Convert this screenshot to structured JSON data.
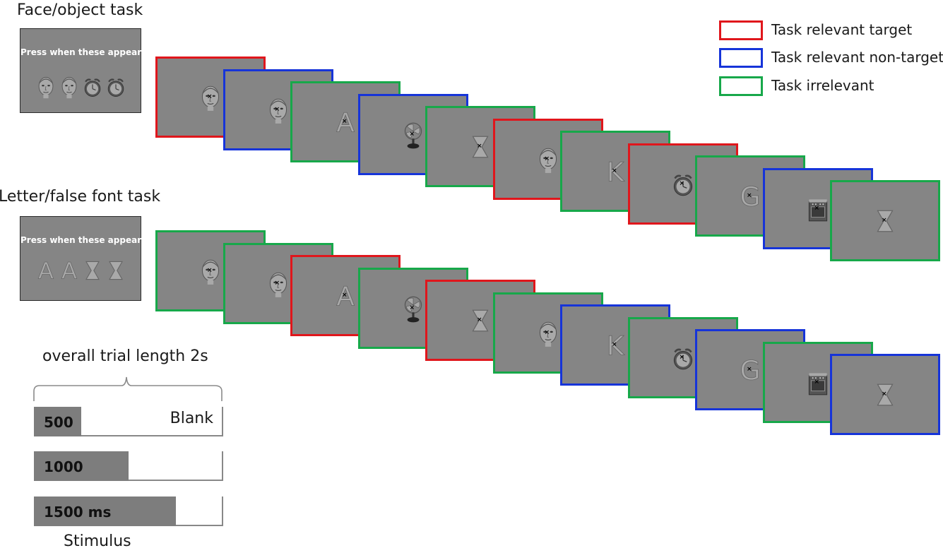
{
  "tasks": [
    {
      "title": "Face/object task",
      "instruction": "Press when these appear:",
      "targets": [
        "face-icon",
        "face-icon",
        "alarm-clock-icon",
        "alarm-clock-icon"
      ],
      "frames": [
        {
          "stimulus": "face-icon",
          "condition": "relevant_target"
        },
        {
          "stimulus": "face-icon",
          "condition": "relevant_nontarget"
        },
        {
          "stimulus": "letter-icon",
          "text": "A",
          "condition": "irrelevant"
        },
        {
          "stimulus": "fan-icon",
          "condition": "relevant_nontarget"
        },
        {
          "stimulus": "false-font-icon",
          "condition": "irrelevant"
        },
        {
          "stimulus": "face-icon",
          "condition": "relevant_target"
        },
        {
          "stimulus": "letter-icon",
          "text": "K",
          "condition": "irrelevant"
        },
        {
          "stimulus": "alarm-clock-icon",
          "condition": "relevant_target"
        },
        {
          "stimulus": "letter-icon",
          "text": "G",
          "condition": "irrelevant"
        },
        {
          "stimulus": "stove-icon",
          "condition": "relevant_nontarget"
        },
        {
          "stimulus": "false-font-icon",
          "condition": "irrelevant"
        }
      ]
    },
    {
      "title": "Letter/false font task",
      "instruction": "Press when these appear:",
      "targets": [
        "letter-a-icon",
        "letter-a-icon",
        "false-font-icon",
        "false-font-icon"
      ],
      "frames": [
        {
          "stimulus": "face-icon",
          "condition": "irrelevant"
        },
        {
          "stimulus": "face-icon",
          "condition": "irrelevant"
        },
        {
          "stimulus": "letter-icon",
          "text": "A",
          "condition": "relevant_target"
        },
        {
          "stimulus": "fan-icon",
          "condition": "irrelevant"
        },
        {
          "stimulus": "false-font-icon",
          "condition": "relevant_target"
        },
        {
          "stimulus": "face-icon",
          "condition": "irrelevant"
        },
        {
          "stimulus": "letter-icon",
          "text": "K",
          "condition": "relevant_nontarget"
        },
        {
          "stimulus": "alarm-clock-icon",
          "condition": "irrelevant"
        },
        {
          "stimulus": "letter-icon",
          "text": "G",
          "condition": "relevant_nontarget"
        },
        {
          "stimulus": "stove-icon",
          "condition": "irrelevant"
        },
        {
          "stimulus": "false-font-icon",
          "condition": "relevant_nontarget"
        }
      ]
    }
  ],
  "letters": {
    "a": "A"
  },
  "legend": [
    {
      "key": "relevant_target",
      "label": "Task relevant target",
      "color": "#e0161c"
    },
    {
      "key": "relevant_nontarget",
      "label": "Task relevant non-target",
      "color": "#1634d9"
    },
    {
      "key": "irrelevant",
      "label": "Task irrelevant",
      "color": "#17a84a"
    }
  ],
  "timing": {
    "title": "overall trial length 2s",
    "blank_label": "Blank",
    "stimulus_label": "Stimulus",
    "total_ms": 2000,
    "bars": [
      {
        "label": "500",
        "duration_ms": 500
      },
      {
        "label": "1000",
        "duration_ms": 1000
      },
      {
        "label": "1500 ms",
        "duration_ms": 1500
      }
    ]
  },
  "colors": {
    "frame_bg": "#858585",
    "stimulus_fill": "#a9a9a9",
    "stimulus_dark": "#555555"
  }
}
